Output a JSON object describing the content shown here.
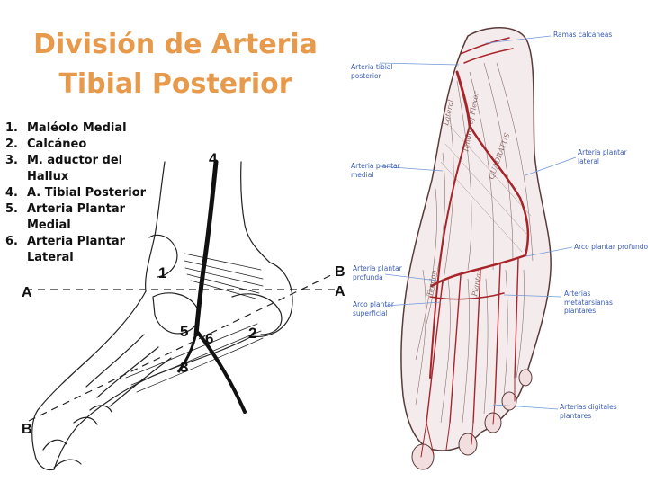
{
  "title": {
    "line1": "División de Arteria",
    "line2": "Tibial Posterior"
  },
  "legend": [
    {
      "num": "1.",
      "text": "Maléolo Medial"
    },
    {
      "num": "2.",
      "text": "Calcáneo"
    },
    {
      "num": "3.",
      "text": "M. aductor del Hallux"
    },
    {
      "num": "4.",
      "text": "A. Tibial Posterior"
    },
    {
      "num": "5.",
      "text": "Arteria Plantar Medial"
    },
    {
      "num": "6.",
      "text": "Arteria Plantar Lateral"
    }
  ],
  "left_figure": {
    "numbers": [
      "1",
      "2",
      "3",
      "4",
      "5",
      "6"
    ],
    "section_letters": {
      "a": "A",
      "b": "B"
    }
  },
  "right_figure": {
    "labels": {
      "ramas_calcaneas": "Ramas calcaneas",
      "arteria_tibial_posterior": "Arteria tibial\nposterior",
      "arteria_plantar_lateral": "Arteria plantar\nlateral",
      "arteria_plantar_medial": "Arteria plantar\nmedial",
      "arco_plantar_profundo": "Arco plantar profundo",
      "arteria_plantar_profunda": "Arteria  plantar\nprofunda",
      "arco_plantar_superficial": "Arco plantar\nsuperficial",
      "arterias_metatarsianas": "Arterias\nmetatarsianas\nplantares",
      "arterias_digitales": "Arterias digitales\nplantares"
    }
  },
  "colors": {
    "title": "#e79a4c",
    "label": "#3a5db8",
    "leader": "#6f98d8",
    "artery": "#a8242a"
  }
}
